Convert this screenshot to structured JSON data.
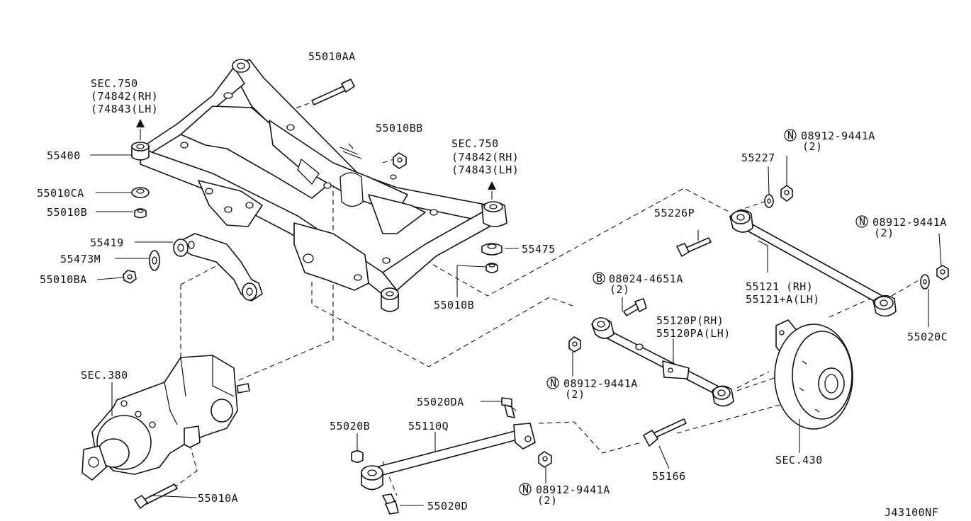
{
  "diagram_id": "J43100NF",
  "labels": {
    "sec750_left": "SEC.750",
    "sec750_left_rh": "(74842(RH)",
    "sec750_left_lh": "(74843(LH)",
    "sec750_right": "SEC.750",
    "sec750_right_rh": "(74842(RH)",
    "sec750_right_lh": "(74843(LH)",
    "p55010AA": "55010AA",
    "p55010BB": "55010BB",
    "p55400": "55400",
    "p55010CA": "55010CA",
    "p55010B_top": "55010B",
    "p55419": "55419",
    "p55473M": "55473M",
    "p55010BA": "55010BA",
    "p55475": "55475",
    "p55010B_mid": "55010B",
    "n08912_top": "08912-9441A",
    "n08912_top_qty": "(2)",
    "p55227": "55227",
    "p55226P": "55226P",
    "n08912_right": "08912-9441A",
    "n08912_right_qty": "(2)",
    "p55121_rh": "55121    (RH)",
    "p55121_lh": "55121+A(LH)",
    "p55020C": "55020C",
    "b08024": "08024-4651A",
    "b08024_qty": "(2)",
    "p55120P_rh": "55120P(RH)",
    "p55120PA_lh": "55120PA(LH)",
    "n08912_mid": "08912-9441A",
    "n08912_mid_qty": "(2)",
    "sec380": "SEC.380",
    "p55020DA": "55020DA",
    "p55020B": "55020B",
    "p55110Q": "55110Q",
    "n08912_bottom": "08912-9441A",
    "n08912_bottom_qty": "(2)",
    "p55020D": "55020D",
    "p55010A": "55010A",
    "p55166": "55166",
    "sec430": "SEC.430",
    "circle_n": "N",
    "circle_b": "B"
  }
}
